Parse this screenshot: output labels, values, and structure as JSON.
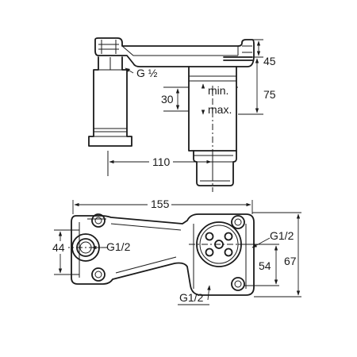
{
  "side_view": {
    "thread_label": "G ½",
    "label_min": "min.",
    "label_max": "max.",
    "dim_45": "45",
    "dim_75": "75",
    "dim_30": "30",
    "dim_110": "110"
  },
  "front_view": {
    "dim_155": "155",
    "dim_44": "44",
    "dim_54": "54",
    "dim_67": "67",
    "label_g12_left": "G1/2",
    "label_g12_right": "G1/2",
    "label_g12_bottom": "G1/2"
  }
}
